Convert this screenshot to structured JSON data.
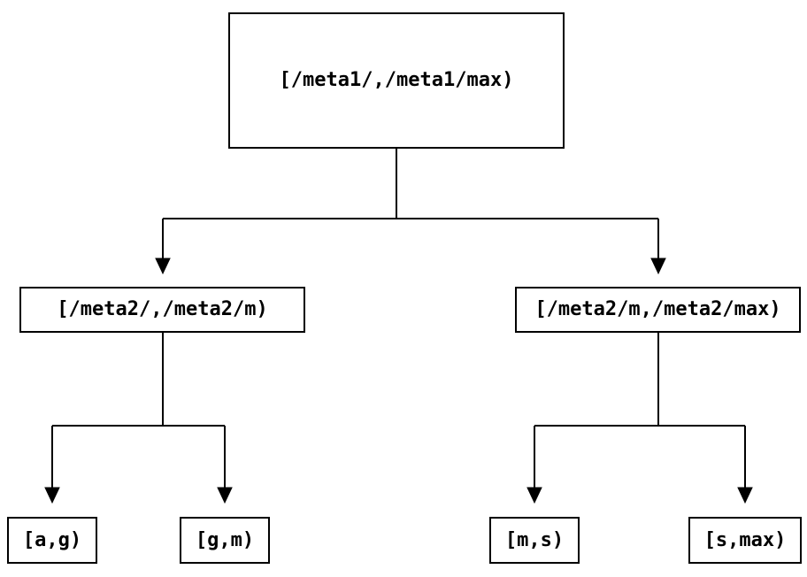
{
  "diagram": {
    "type": "tree",
    "nodes": {
      "root": {
        "label": "[/meta1/,/meta1/max)"
      },
      "meta2_left": {
        "label": "[/meta2/,/meta2/m)"
      },
      "meta2_right": {
        "label": "[/meta2/m,/meta2/max)"
      },
      "leaf_a_g": {
        "label": "[a,g)"
      },
      "leaf_g_m": {
        "label": "[g,m)"
      },
      "leaf_m_s": {
        "label": "[m,s)"
      },
      "leaf_s_max": {
        "label": "[s,max)"
      }
    },
    "edges": [
      {
        "from": "root",
        "to": "meta2_left",
        "arrow": "down"
      },
      {
        "from": "root",
        "to": "meta2_right",
        "arrow": "down"
      },
      {
        "from": "meta2_left",
        "to": "leaf_a_g",
        "arrow": "down"
      },
      {
        "from": "meta2_left",
        "to": "leaf_g_m",
        "arrow": "down"
      },
      {
        "from": "meta2_right",
        "to": "leaf_m_s",
        "arrow": "down"
      },
      {
        "from": "meta2_right",
        "to": "leaf_s_max",
        "arrow": "down"
      }
    ],
    "colors": {
      "background": "#ffffff",
      "line": "#000000",
      "box_border": "#000000",
      "text": "#000000"
    }
  }
}
